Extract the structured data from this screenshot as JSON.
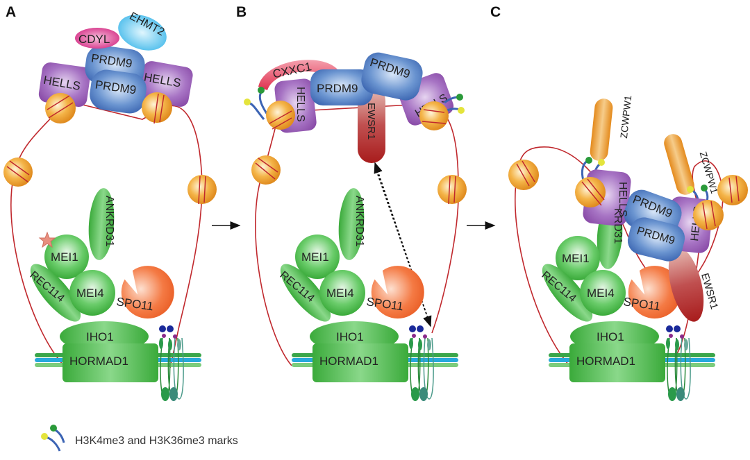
{
  "figure": {
    "panels": [
      {
        "letter": "A",
        "proteins": {
          "cdyl": "CDYL",
          "ehmt2": "EHMT2",
          "prdm9_top": "PRDM9",
          "prdm9_bottom": "PRDM9",
          "hells_left": "HELLS",
          "hells_right": "HELLS",
          "ankrd31": "ANKRD31",
          "mei1": "MEI1",
          "mei4": "MEI4",
          "rec114": "REC114",
          "spo11": "SPO11",
          "iho1": "IHO1",
          "hormad1": "HORMAD1"
        }
      },
      {
        "letter": "B",
        "proteins": {
          "cxxc1": "CXXC1",
          "prdm9_left": "PRDM9",
          "prdm9_right": "PRDM9",
          "hells_left": "HELLS",
          "hells_right": "HELLS",
          "ewsr1": "EWSR1",
          "ankrd31": "ANKRD31",
          "mei1": "MEI1",
          "mei4": "MEI4",
          "rec114": "REC114",
          "spo11": "SPO11",
          "iho1": "IHO1",
          "hormad1": "HORMAD1"
        }
      },
      {
        "letter": "C",
        "proteins": {
          "zcwpw1_left": "ZCWPW1",
          "zcwpw1_right": "ZCWPW1",
          "hells_left": "HELLS",
          "hells_right": "HELLS",
          "prdm9_top": "PRDM9",
          "prdm9_bottom": "PRDM9",
          "ewsr1": "EWSR1",
          "ankrd31": "KRD31",
          "mei1": "MEI1",
          "mei4": "MEI4",
          "rec114": "REC114",
          "spo11": "SPO11",
          "iho1": "IHO1",
          "hormad1": "HORMAD1"
        }
      }
    ],
    "legend": {
      "label": "H3K4me3 and H3K36me3 marks"
    },
    "colors": {
      "dna": "#c0282d",
      "nucleosome": "#f0a830",
      "green_protein": "#4cbb4c",
      "prdm9": "#4a78c0",
      "hells": "#9a5cb4",
      "cdyl": "#d8328a",
      "ehmt2": "#4ec0ec",
      "cxxc1": "#e43c5c",
      "ewsr1": "#b42828",
      "spo11": "#f06a32",
      "zcwpw1": "#e88c1c",
      "mark_green": "#2a9a3a",
      "mark_yellow": "#e4e43c",
      "mark_tail": "#3c64b4",
      "axis_dark_green": "#3aa64a",
      "axis_blue": "#28a8dc",
      "axis_light_green": "#7ccc7c"
    }
  }
}
